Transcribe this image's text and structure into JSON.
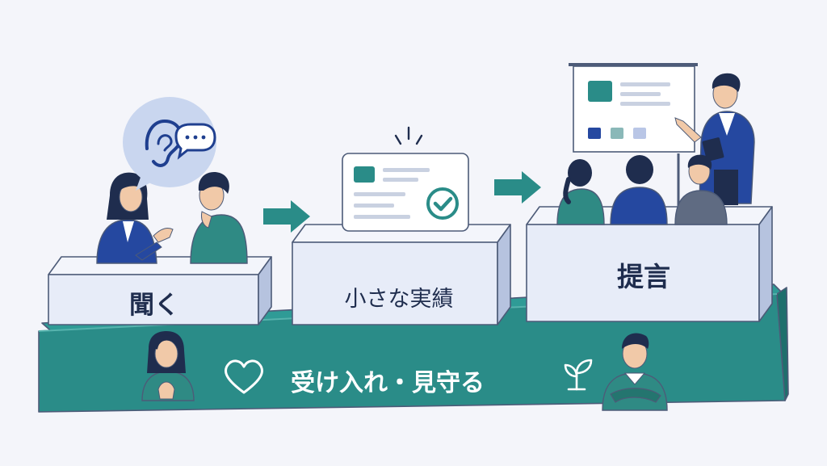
{
  "steps": {
    "listen": {
      "label": "聞く"
    },
    "results": {
      "label": "小さな実績"
    },
    "propose": {
      "label": "提言"
    }
  },
  "foundation": {
    "label": "受け入れ・見守る"
  },
  "colors": {
    "teal": "#2a8c88",
    "navy": "#1f3f8f",
    "block_face": "#e7ecf8",
    "block_top": "#f3f5fb",
    "block_side": "#b6c3df",
    "outline": "#4d5b78",
    "background": "#f4f5fa"
  },
  "icons": [
    "ear-icon",
    "speech-bubble-icon",
    "checkmark-icon",
    "arrow-right-icon",
    "heart-icon",
    "sprout-icon",
    "whiteboard-icon"
  ]
}
